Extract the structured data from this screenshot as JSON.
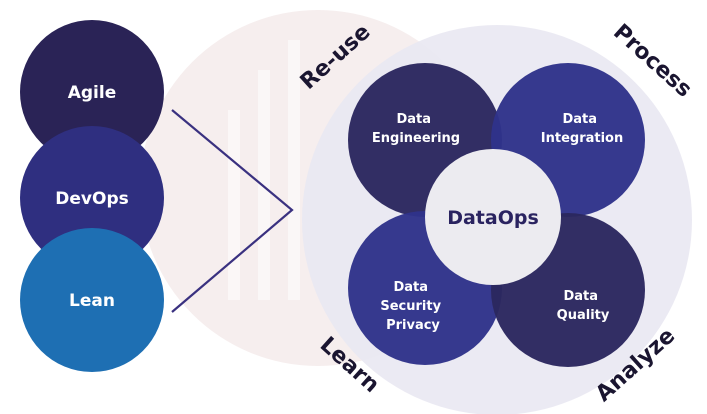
{
  "methodologies": [
    {
      "label": "Agile",
      "color": "#2a2356"
    },
    {
      "label": "DevOps",
      "color": "#2f2f80"
    },
    {
      "label": "Lean",
      "color": "#1e6fb3"
    }
  ],
  "practices": [
    {
      "line1": "Data",
      "line2": "Engineering",
      "line3": "",
      "color": "#2b275f"
    },
    {
      "line1": "Data",
      "line2": "Integration",
      "line3": "",
      "color": "#30338a"
    },
    {
      "line1": "Data",
      "line2": "Security",
      "line3": "Privacy",
      "color": "#30338a"
    },
    {
      "line1": "Data",
      "line2": "Quality",
      "line3": "",
      "color": "#2b275f"
    }
  ],
  "center_label": "DataOps",
  "corner_labels": {
    "reuse": "Re-use",
    "process": "Process",
    "learn": "Learn",
    "analyze": "Analyze"
  },
  "colors": {
    "text_dark": "#1a1530",
    "accent_line": "#3a3180",
    "outer_ring": "#e7e6f0",
    "watermark": "#f4eaea",
    "center_fill": "#ecebf0",
    "center_text": "#2a2360"
  }
}
